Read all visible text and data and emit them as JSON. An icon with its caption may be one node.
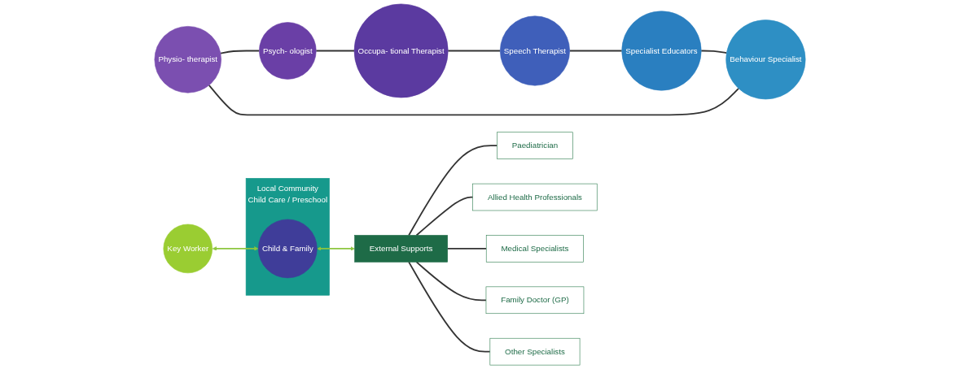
{
  "diagram": {
    "nodes": [
      {
        "text": [
          "Physio- therapist"
        ]
      },
      {
        "text": [
          "Behaviour Specialist"
        ]
      },
      {
        "text": [
          "Psych- ologist"
        ]
      },
      {
        "text": [
          "Key Worker"
        ]
      },
      {
        "text": [
          "Specialist Educators"
        ]
      },
      {
        "text": [
          "Occupa- tional Therapist"
        ]
      },
      {
        "text": [
          "Speech Therapist"
        ]
      },
      {
        "text": [
          "Local Community",
          "Child Care / Preschool"
        ]
      },
      {
        "text": [
          "Child & Family"
        ],
        "in": 7
      },
      {
        "text": [
          "External Supports"
        ]
      },
      {
        "text": [
          "Paediatrician"
        ]
      },
      {
        "text": [
          "Allied Health Professionals"
        ]
      },
      {
        "text": [
          "Medical Specialists"
        ]
      },
      {
        "text": [
          "Family Doctor (GP)"
        ]
      },
      {
        "text": [
          "Other Specialists"
        ]
      }
    ],
    "edges": [
      {
        "from": 0,
        "to": 2,
        "arrow": "none"
      },
      {
        "from": 2,
        "to": 5,
        "arrow": "none"
      },
      {
        "from": 5,
        "to": 6,
        "arrow": "none"
      },
      {
        "from": 6,
        "to": 4,
        "arrow": "none"
      },
      {
        "from": 4,
        "to": 1,
        "arrow": "none"
      },
      {
        "from": 1,
        "to": 0,
        "arrow": "none"
      },
      {
        "from": 3,
        "to": 8,
        "arrow": "both",
        "color": "#8dc63f"
      },
      {
        "from": 8,
        "to": 9,
        "arrow": "both",
        "color": "#8dc63f"
      },
      {
        "from": 9,
        "to": 10,
        "arrow": "none"
      },
      {
        "from": 9,
        "to": 11,
        "arrow": "none"
      },
      {
        "from": 9,
        "to": 12,
        "arrow": "none"
      },
      {
        "from": 9,
        "to": 13,
        "arrow": "none"
      },
      {
        "from": 9,
        "to": 14,
        "arrow": "none"
      }
    ]
  }
}
